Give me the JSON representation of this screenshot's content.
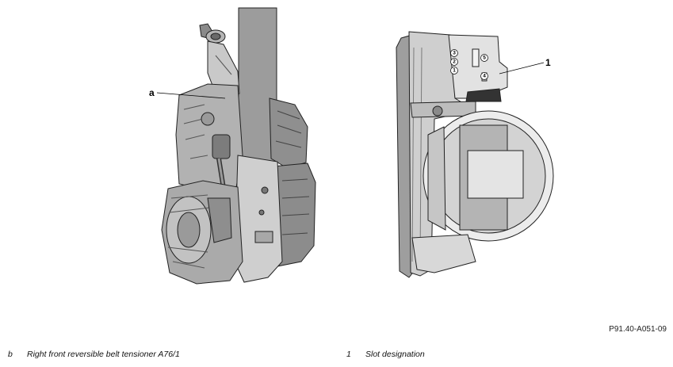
{
  "callouts": {
    "a": "a",
    "one": "1"
  },
  "pins": [
    "1",
    "2",
    "3",
    "4",
    "5"
  ],
  "doc_ref": "P91.40-A051-09",
  "legend": [
    {
      "key": "b",
      "text": "Right front reversible belt tensioner A76/1"
    },
    {
      "key": "1",
      "text": "Slot designation"
    }
  ],
  "colors": {
    "body_light": "#d6d6d6",
    "body_mid": "#a8a8a8",
    "body_dark": "#4a4a4a",
    "line": "#222222"
  }
}
